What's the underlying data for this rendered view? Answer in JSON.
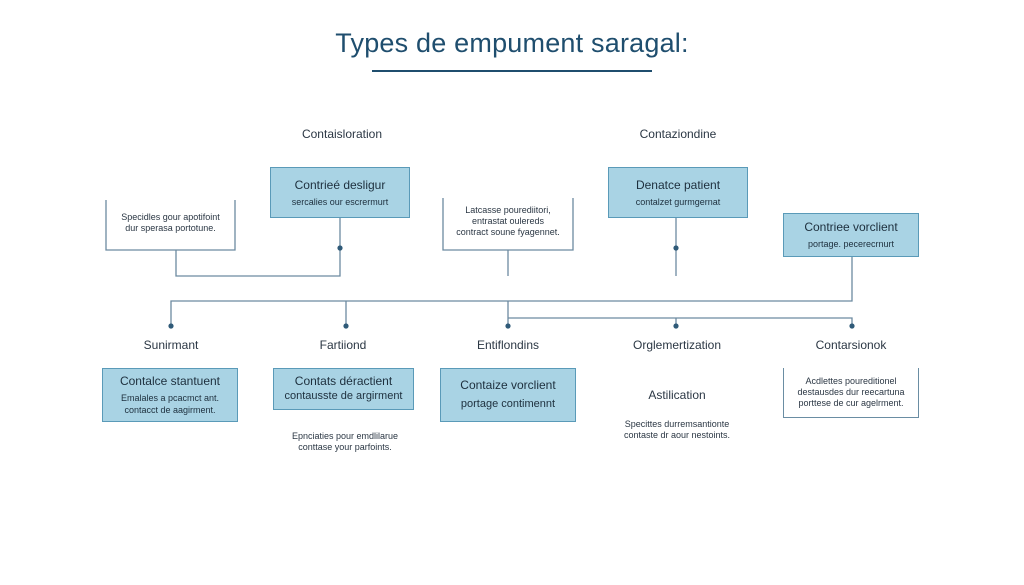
{
  "title": "Types de empument saragal:",
  "top": {
    "left_label": "Contaisloration",
    "right_label": "Contaziondine",
    "box1": {
      "title": "Contrieé desligur",
      "sub": "sercalies our escrermurt"
    },
    "box2": {
      "title": "Denatce patient",
      "sub": "contalzet gurmgernat"
    },
    "box3": {
      "title": "Contriee vorclient",
      "sub": "portage. pecerecrnurt"
    },
    "note1": [
      "Specidles gour apotifoint",
      "dur sperasa portotune."
    ],
    "note2": [
      "Latcasse pourediitori,",
      "entrastat oulereds",
      "contract soune fyagennet."
    ]
  },
  "bottom": {
    "labels": [
      "Sunirmant",
      "Fartiiond",
      "Entiflondins",
      "Orglemertization",
      "Contarsionok"
    ],
    "box1": {
      "title": "Contalce stantuent",
      "sub1": "Emalales a pcacmct ant.",
      "sub2": "contacct de aagirment."
    },
    "box2": {
      "title": "Contats déractient",
      "sub": "contausste de argirment"
    },
    "box3": {
      "title": "Contaize vorclient",
      "sub": "portage contimennt"
    },
    "note2": [
      "Epnciaties pour emdlilarue",
      "conttase your parfoints."
    ],
    "mid_label": "Astilication",
    "note4": [
      "Specittes durremsantionte",
      "contaste dr aour nestoints."
    ],
    "box5": [
      "Acdlettes poureditionel",
      "destausdes dur reecartuna",
      "porttese de cur agelrment."
    ]
  },
  "colors": {
    "title": "#1f4e6e",
    "box_fill": "#a9d3e4",
    "box_border": "#5a9ab8",
    "line": "#6c8aa0",
    "dot": "#2f5a78"
  }
}
